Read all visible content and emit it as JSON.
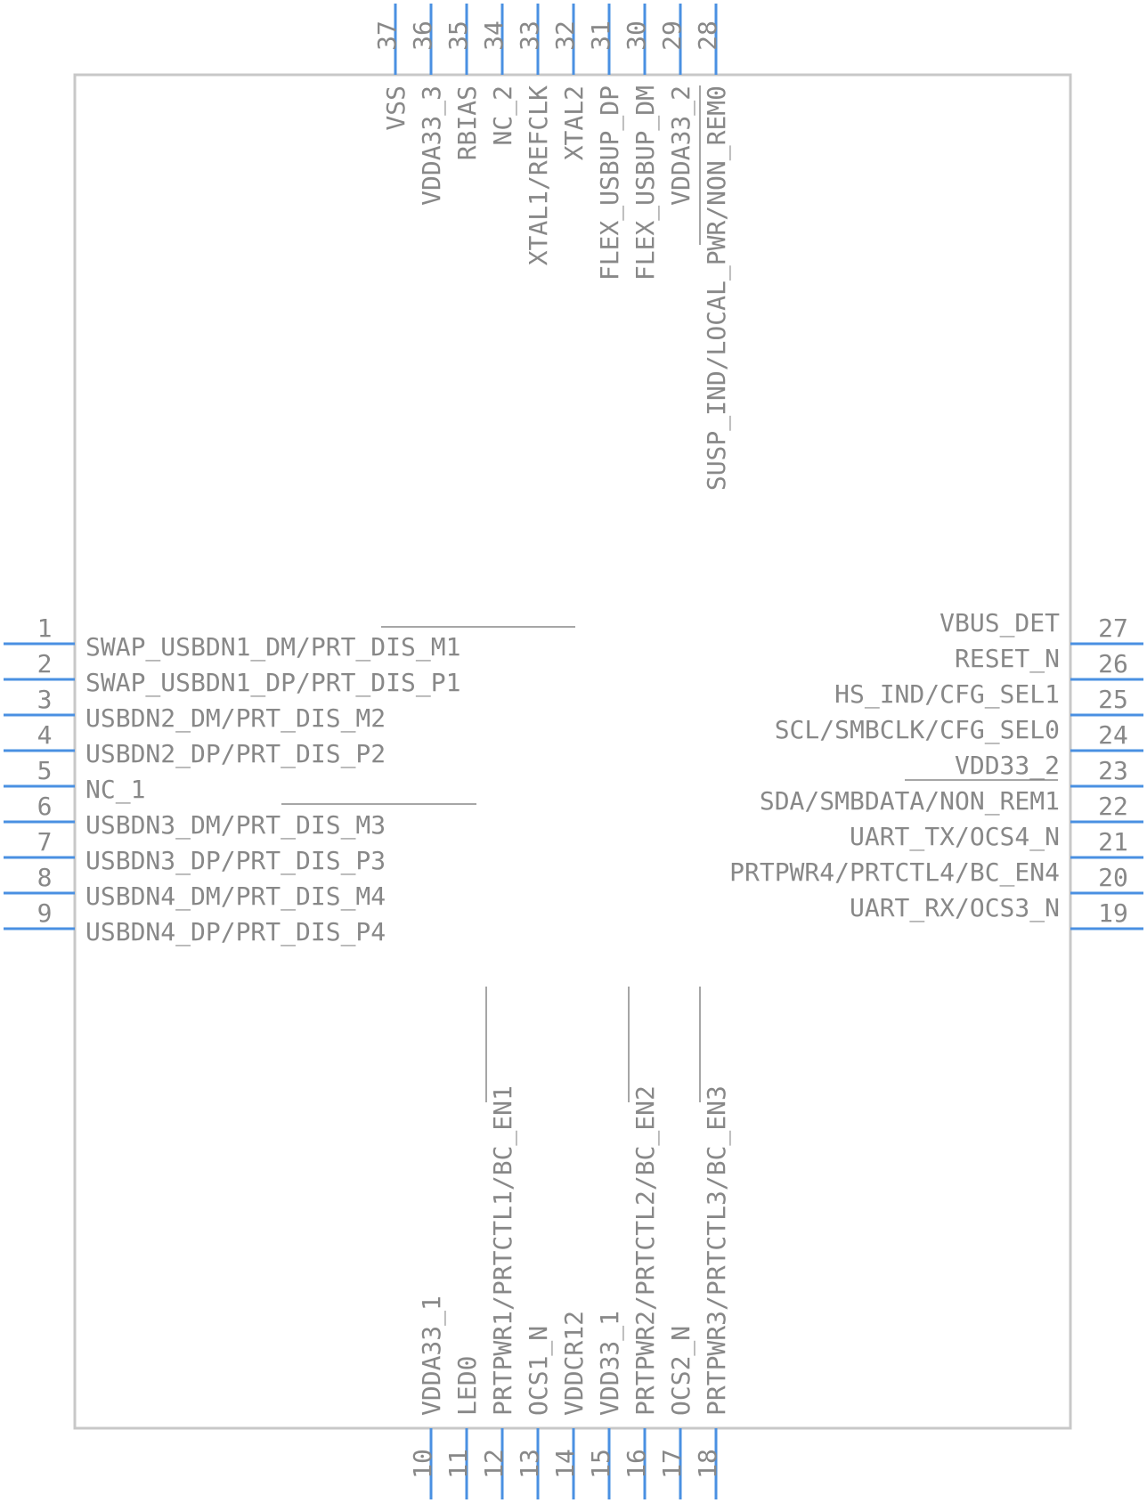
{
  "pins": [
    {
      "num": "1",
      "name": "SWAP_USBDN1_DM/PRT_DIS_M1"
    },
    {
      "num": "2",
      "name": "SWAP_USBDN1_DP/PRT_DIS_P1"
    },
    {
      "num": "3",
      "name": "USBDN2_DM/PRT_DIS_M2"
    },
    {
      "num": "4",
      "name": "USBDN2_DP/PRT_DIS_P2"
    },
    {
      "num": "5",
      "name": "NC_1"
    },
    {
      "num": "6",
      "name": "USBDN3_DM/PRT_DIS_M3"
    },
    {
      "num": "7",
      "name": "USBDN3_DP/PRT_DIS_P3"
    },
    {
      "num": "8",
      "name": "USBDN4_DM/PRT_DIS_M4"
    },
    {
      "num": "9",
      "name": "USBDN4_DP/PRT_DIS_P4"
    },
    {
      "num": "10",
      "name": "VDDA33_1"
    },
    {
      "num": "11",
      "name": "LED0"
    },
    {
      "num": "12",
      "name": "PRTPWR1/PRTCTL1/BC_EN1"
    },
    {
      "num": "13",
      "name": "OCS1_N"
    },
    {
      "num": "14",
      "name": "VDDCR12"
    },
    {
      "num": "15",
      "name": "VDD33_1"
    },
    {
      "num": "16",
      "name": "PRTPWR2/PRTCTL2/BC_EN2"
    },
    {
      "num": "17",
      "name": "OCS2_N"
    },
    {
      "num": "18",
      "name": "PRTPWR3/PRTCTL3/BC_EN3"
    },
    {
      "num": "19",
      "name": "UART_RX/OCS3_N"
    },
    {
      "num": "20",
      "name": "PRTPWR4/PRTCTL4/BC_EN4"
    },
    {
      "num": "21",
      "name": "UART_TX/OCS4_N"
    },
    {
      "num": "22",
      "name": "SDA/SMBDATA/NON_REM1"
    },
    {
      "num": "23",
      "name": "VDD33_2"
    },
    {
      "num": "24",
      "name": "SCL/SMBCLK/CFG_SEL0"
    },
    {
      "num": "25",
      "name": "HS_IND/CFG_SEL1"
    },
    {
      "num": "26",
      "name": "RESET_N"
    },
    {
      "num": "27",
      "name": "VBUS_DET"
    },
    {
      "num": "28",
      "name": "SUSP_IND/LOCAL_PWR/NON_REM0"
    },
    {
      "num": "29",
      "name": "VDDA33_2"
    },
    {
      "num": "30",
      "name": "FLEX_USBUP_DM"
    },
    {
      "num": "31",
      "name": "FLEX_USBUP_DP"
    },
    {
      "num": "32",
      "name": "XTAL2"
    },
    {
      "num": "33",
      "name": "XTAL1/REFCLK"
    },
    {
      "num": "34",
      "name": "NC_2"
    },
    {
      "num": "35",
      "name": "RBIAS"
    },
    {
      "num": "36",
      "name": "VDDA33_3"
    },
    {
      "num": "37",
      "name": "VSS"
    }
  ],
  "colors": {
    "pin": "#4a90e2",
    "outline": "#c8c8c8",
    "text": "#888888"
  }
}
